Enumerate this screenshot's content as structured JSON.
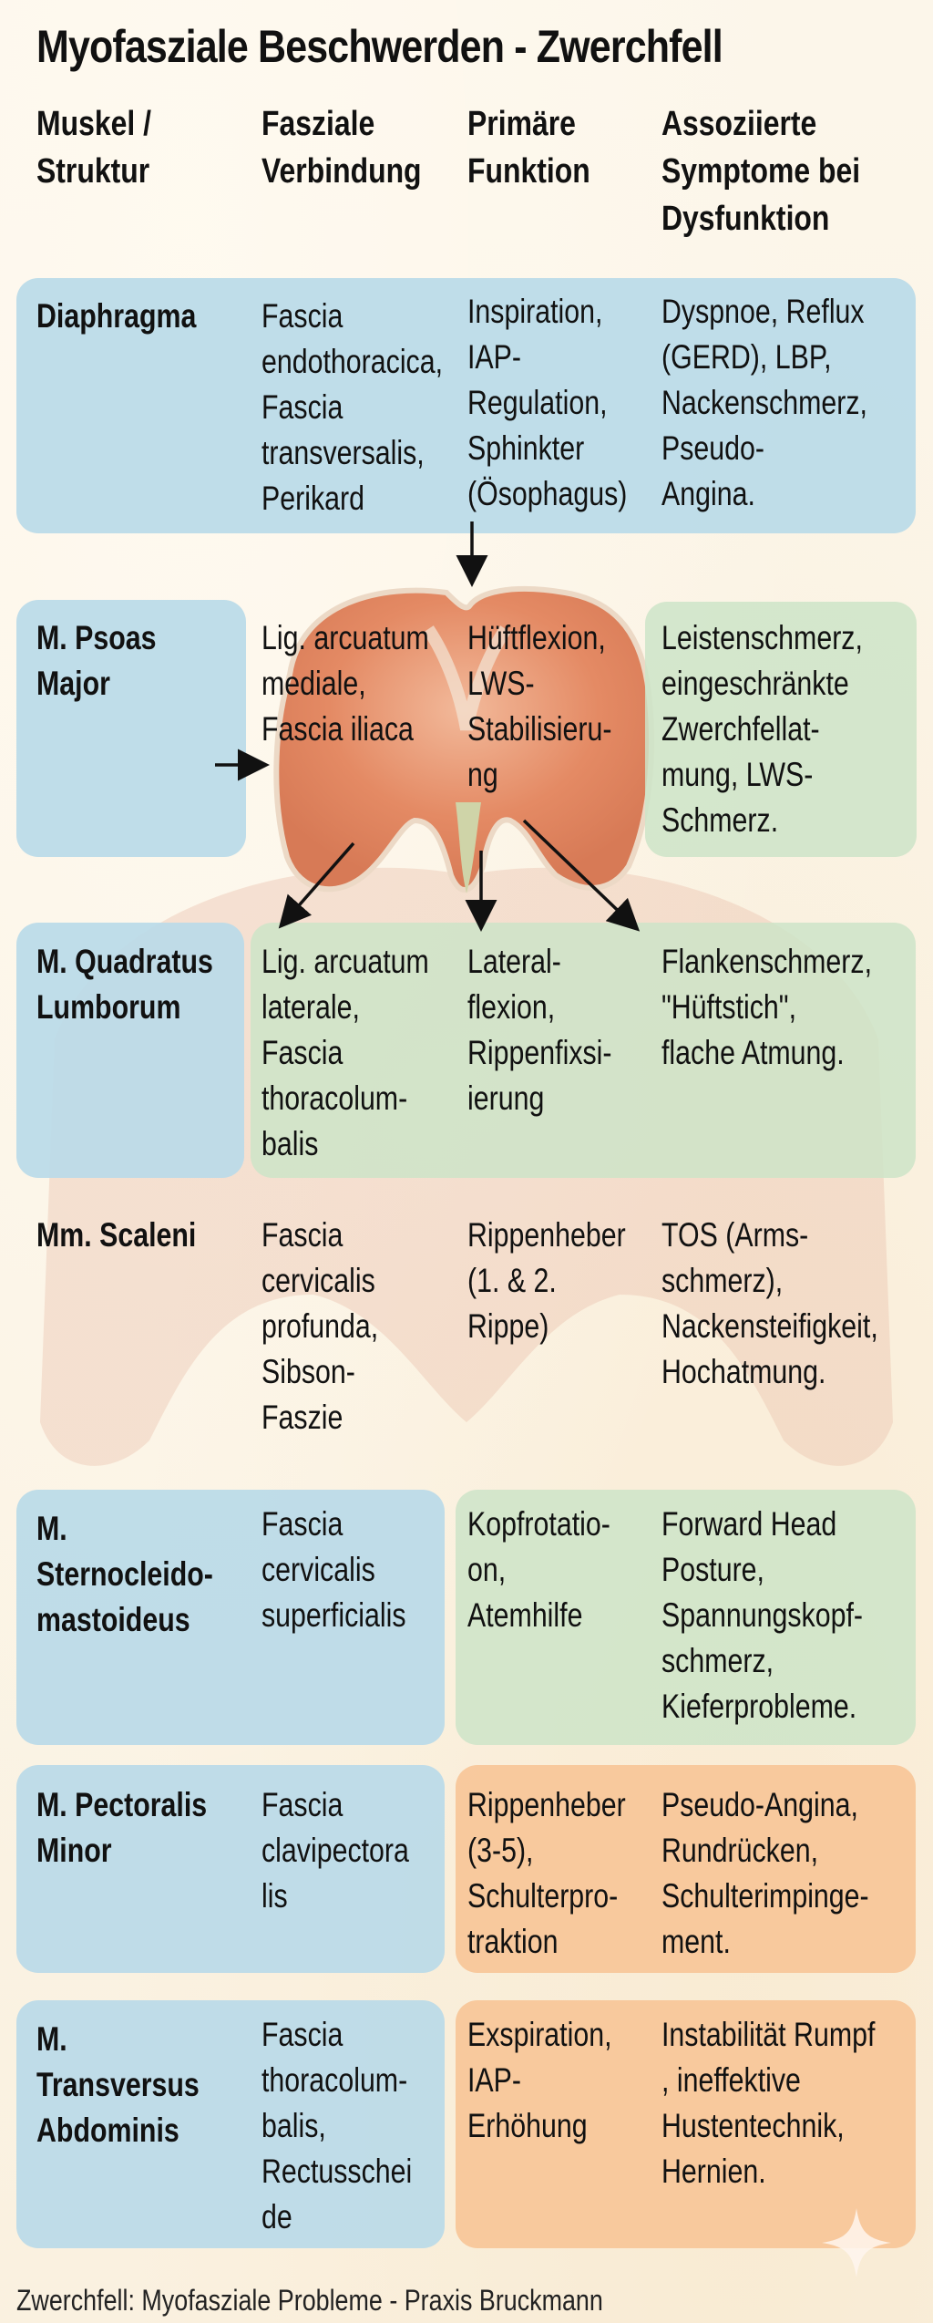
{
  "title": "Myofasziale Beschwerden - Zwerchfell",
  "columns": [
    "Muskel / Struktur",
    "Fasziale Verbindung",
    "Primäre Funktion",
    "Assoziierte Symptome bei Dysfunktion"
  ],
  "column_lines": [
    [
      "Muskel /",
      "Struktur"
    ],
    [
      "Fasziale",
      "Verbindung"
    ],
    [
      "Primäre",
      "Funktion"
    ],
    [
      "Assoziierte",
      "Symptome bei",
      "Dysfunktion"
    ]
  ],
  "colors": {
    "blue": "#bad9e8",
    "green": "#cde4c8",
    "orange": "#f7c698",
    "background": "#fbf4e6",
    "text": "#111111"
  },
  "rows": [
    {
      "muscle": "Diaphragma",
      "fascia": "Fascia\nendothoracica,\nFascia\ntransversalis,\nPerikard",
      "function": "Inspiration,\nIAP-\nRegulation,\nSphinkter\n(Ösophagus)",
      "symptoms": "Dyspnoe, Reflux\n(GERD), LBP,\nNackenschmerz,\nPseudo-\nAngina."
    },
    {
      "muscle": "M. Psoas\nMajor",
      "fascia": "Lig. arcuatum\nmediale,\nFascia iliaca",
      "function": "Hüftflexion,\nLWS-\nStabilisieru-\nng",
      "symptoms": "Leistenschmerz,\neingeschränkte\nZwerchfellat-\nmung, LWS-\nSchmerz."
    },
    {
      "muscle": "M. Quadratus\nLumborum",
      "fascia": "Lig. arcuatum\nlaterale,\nFascia\nthoracolum-\nbalis",
      "function": "Lateral-\nflexion,\nRippenfixsi-\nierung",
      "symptoms": "Flankenschmerz,\n\"Hüftstich\",\nflache Atmung."
    },
    {
      "muscle": "Mm. Scaleni",
      "fascia": "Fascia\ncervicalis\nprofunda,\nSibson-\nFaszie",
      "function": "Rippenheber\n(1. & 2.\nRippe)",
      "symptoms": "TOS (Arms-\nschmerz),\nNackensteifigkeit,\nHochatmung."
    },
    {
      "muscle": "M.\nSternocleido-\nmastoideus",
      "fascia": "Fascia\ncervicalis\nsuperficialis",
      "function": "Kopfrotatio-\non,\nAtemhilfe",
      "symptoms": "Forward Head\nPosture,\nSpannungskopf-\nschmerz,\nKieferprobleme."
    },
    {
      "muscle": "M. Pectoralis\nMinor",
      "fascia": "Fascia\nclavipectora\nlis",
      "function": "Rippenheber\n(3-5),\nSchulterpro-\ntraktion",
      "symptoms": "Pseudo-Angina,\nRundrücken,\nSchulterimpinge-\nment."
    },
    {
      "muscle": "M.\nTransversus\nAbdominis",
      "fascia": "Fascia\nthoracolum-\nbalis,\nRectusschei\nde",
      "function": "Exspiration,\nIAP-\nErhöhung",
      "symptoms": "Instabilität Rumpf\n, ineffektive\nHustentechnik,\nHernien."
    }
  ],
  "footer": "Zwerchfell: Myofasziale Probleme - Praxis Bruckmann"
}
